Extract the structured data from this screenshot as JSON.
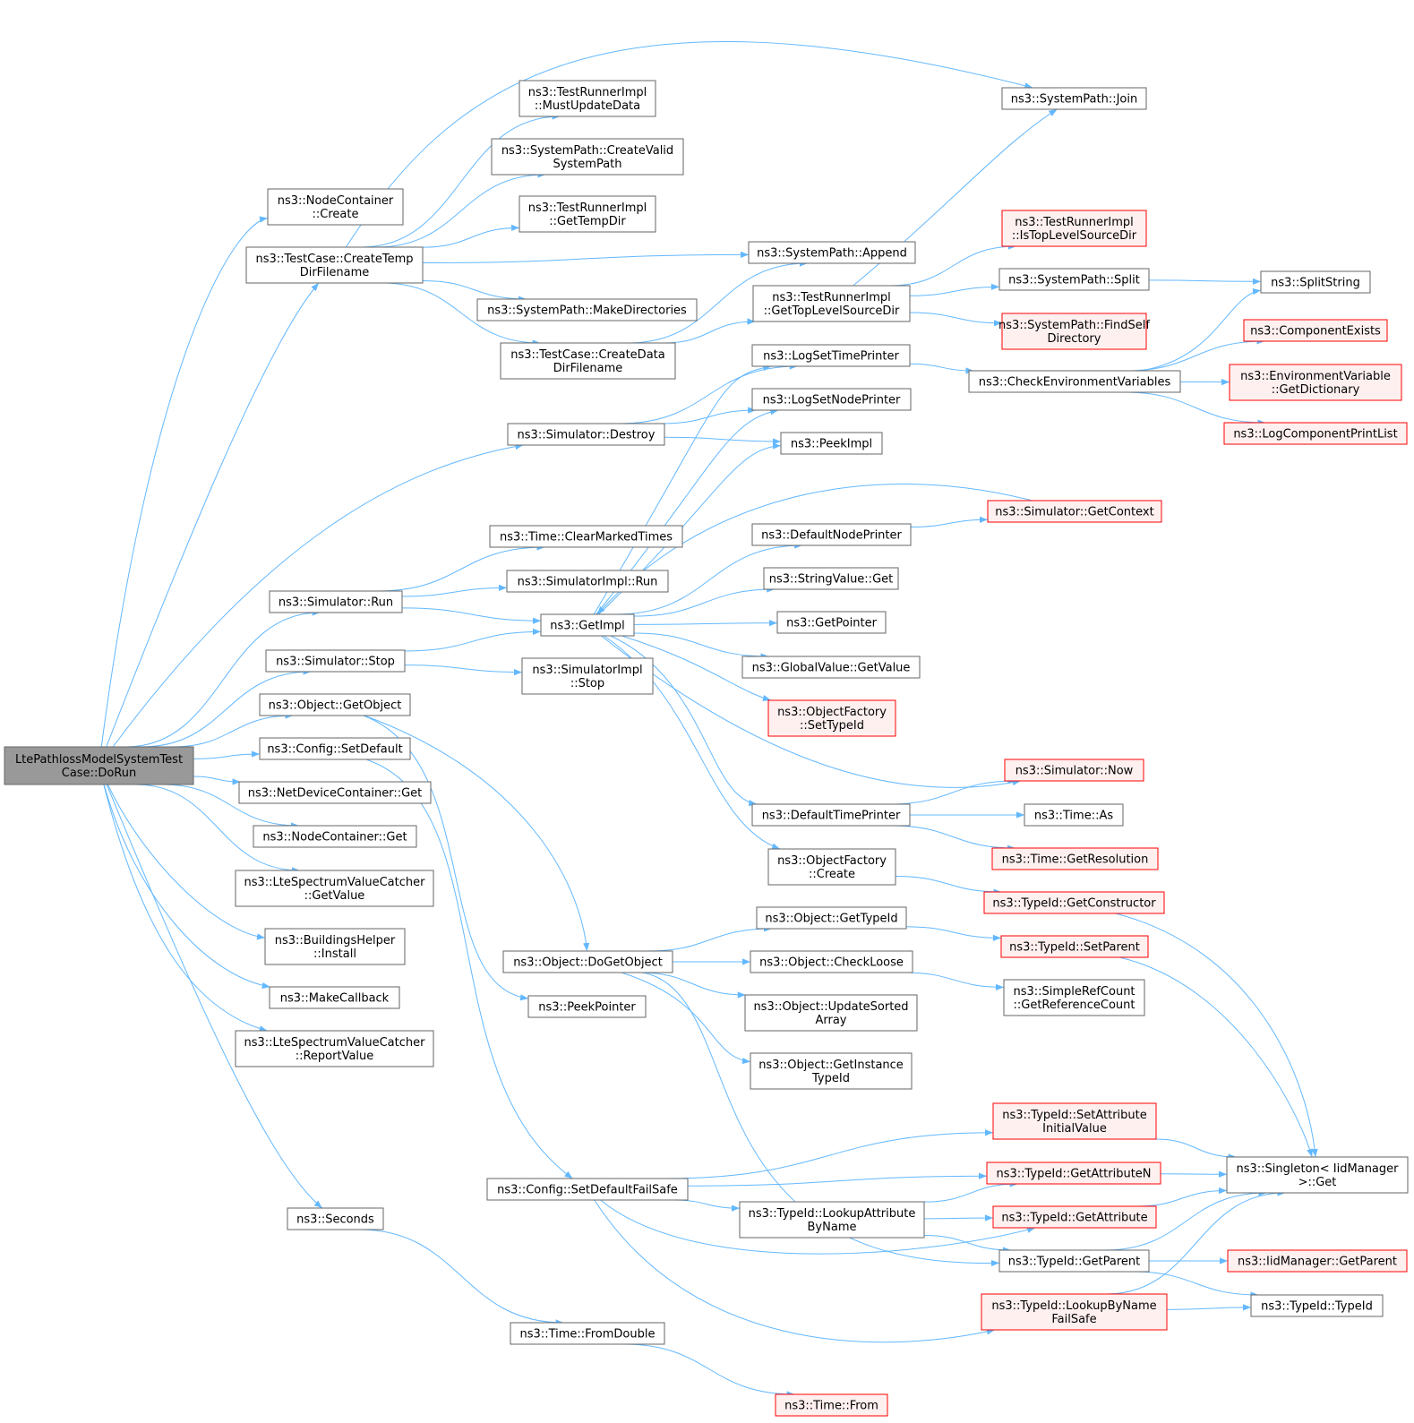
{
  "diagram": {
    "colors": {
      "edge": "#63b8ff",
      "root_fill": "#999999",
      "root_stroke": "#666666",
      "node_fill": "#ffffff",
      "node_stroke": "#666666",
      "truncated_fill": "#fff0f0",
      "truncated_stroke": "#ff0000"
    },
    "nodes": [
      {
        "id": "root",
        "lines": [
          "LtePathlossModelSystemTest",
          "Case::DoRun"
        ],
        "kind": "root"
      },
      {
        "id": "nc_create",
        "lines": [
          "ns3::NodeContainer",
          "::Create"
        ],
        "kind": "normal"
      },
      {
        "id": "tc_cr_temp",
        "lines": [
          "ns3::TestCase::CreateTemp",
          "DirFilename"
        ],
        "kind": "normal"
      },
      {
        "id": "sim_destroy",
        "lines": [
          "ns3::Simulator::Destroy"
        ],
        "kind": "normal"
      },
      {
        "id": "sim_run",
        "lines": [
          "ns3::Simulator::Run"
        ],
        "kind": "normal"
      },
      {
        "id": "sim_stop",
        "lines": [
          "ns3::Simulator::Stop"
        ],
        "kind": "normal"
      },
      {
        "id": "obj_getobj",
        "lines": [
          "ns3::Object::GetObject"
        ],
        "kind": "normal"
      },
      {
        "id": "cfg_setdef",
        "lines": [
          "ns3::Config::SetDefault"
        ],
        "kind": "normal"
      },
      {
        "id": "ndc_get",
        "lines": [
          "ns3::NetDeviceContainer::Get"
        ],
        "kind": "normal"
      },
      {
        "id": "nc_get",
        "lines": [
          "ns3::NodeContainer::Get"
        ],
        "kind": "normal"
      },
      {
        "id": "lsvc_getvalue",
        "lines": [
          "ns3::LteSpectrumValueCatcher",
          "::GetValue"
        ],
        "kind": "normal"
      },
      {
        "id": "bh_install",
        "lines": [
          "ns3::BuildingsHelper",
          "::Install"
        ],
        "kind": "normal"
      },
      {
        "id": "makecallback",
        "lines": [
          "ns3::MakeCallback"
        ],
        "kind": "normal"
      },
      {
        "id": "lsvc_report",
        "lines": [
          "ns3::LteSpectrumValueCatcher",
          "::ReportValue"
        ],
        "kind": "normal"
      },
      {
        "id": "seconds",
        "lines": [
          "ns3::Seconds"
        ],
        "kind": "normal"
      },
      {
        "id": "tri_mustupdate",
        "lines": [
          "ns3::TestRunnerImpl",
          "::MustUpdateData"
        ],
        "kind": "normal"
      },
      {
        "id": "sp_createvalid",
        "lines": [
          "ns3::SystemPath::CreateValid",
          "SystemPath"
        ],
        "kind": "normal"
      },
      {
        "id": "tri_gettempdir",
        "lines": [
          "ns3::TestRunnerImpl",
          "::GetTempDir"
        ],
        "kind": "normal"
      },
      {
        "id": "sp_makedirs",
        "lines": [
          "ns3::SystemPath::MakeDirectories"
        ],
        "kind": "normal"
      },
      {
        "id": "tc_cr_data",
        "lines": [
          "ns3::TestCase::CreateData",
          "DirFilename"
        ],
        "kind": "normal"
      },
      {
        "id": "time_clearmarked",
        "lines": [
          "ns3::Time::ClearMarkedTimes"
        ],
        "kind": "normal"
      },
      {
        "id": "simimpl_run",
        "lines": [
          "ns3::SimulatorImpl::Run"
        ],
        "kind": "normal"
      },
      {
        "id": "getimpl",
        "lines": [
          "ns3::GetImpl"
        ],
        "kind": "normal"
      },
      {
        "id": "simimpl_stop",
        "lines": [
          "ns3::SimulatorImpl",
          "::Stop"
        ],
        "kind": "normal"
      },
      {
        "id": "obj_dogetobj",
        "lines": [
          "ns3::Object::DoGetObject"
        ],
        "kind": "normal"
      },
      {
        "id": "peekpointer",
        "lines": [
          "ns3::PeekPointer"
        ],
        "kind": "normal"
      },
      {
        "id": "cfg_setdeffs",
        "lines": [
          "ns3::Config::SetDefaultFailSafe"
        ],
        "kind": "normal"
      },
      {
        "id": "time_fromdouble",
        "lines": [
          "ns3::Time::FromDouble"
        ],
        "kind": "normal"
      },
      {
        "id": "sp_append",
        "lines": [
          "ns3::SystemPath::Append"
        ],
        "kind": "normal"
      },
      {
        "id": "tri_gettoplevel",
        "lines": [
          "ns3::TestRunnerImpl",
          "::GetTopLevelSourceDir"
        ],
        "kind": "normal"
      },
      {
        "id": "logsettime",
        "lines": [
          "ns3::LogSetTimePrinter"
        ],
        "kind": "normal"
      },
      {
        "id": "logsetnode",
        "lines": [
          "ns3::LogSetNodePrinter"
        ],
        "kind": "normal"
      },
      {
        "id": "peekimpl",
        "lines": [
          "ns3::PeekImpl"
        ],
        "kind": "normal"
      },
      {
        "id": "defnodeprinter",
        "lines": [
          "ns3::DefaultNodePrinter"
        ],
        "kind": "normal"
      },
      {
        "id": "strval_get",
        "lines": [
          "ns3::StringValue::Get"
        ],
        "kind": "normal"
      },
      {
        "id": "getpointer",
        "lines": [
          "ns3::GetPointer"
        ],
        "kind": "normal"
      },
      {
        "id": "gv_getvalue",
        "lines": [
          "ns3::GlobalValue::GetValue"
        ],
        "kind": "normal"
      },
      {
        "id": "of_settypeid",
        "lines": [
          "ns3::ObjectFactory",
          "::SetTypeId"
        ],
        "kind": "truncated"
      },
      {
        "id": "deftimeprinter",
        "lines": [
          "ns3::DefaultTimePrinter"
        ],
        "kind": "normal"
      },
      {
        "id": "of_create",
        "lines": [
          "ns3::ObjectFactory",
          "::Create"
        ],
        "kind": "normal"
      },
      {
        "id": "obj_gettypeid",
        "lines": [
          "ns3::Object::GetTypeId"
        ],
        "kind": "normal"
      },
      {
        "id": "obj_checkloose",
        "lines": [
          "ns3::Object::CheckLoose"
        ],
        "kind": "normal"
      },
      {
        "id": "obj_updatesorted",
        "lines": [
          "ns3::Object::UpdateSorted",
          "Array"
        ],
        "kind": "normal"
      },
      {
        "id": "obj_getinst",
        "lines": [
          "ns3::Object::GetInstance",
          "TypeId"
        ],
        "kind": "normal"
      },
      {
        "id": "tid_lookupattr",
        "lines": [
          "ns3::TypeId::LookupAttribute",
          "ByName"
        ],
        "kind": "normal"
      },
      {
        "id": "time_from",
        "lines": [
          "ns3::Time::From"
        ],
        "kind": "truncated"
      },
      {
        "id": "sp_join",
        "lines": [
          "ns3::SystemPath::Join"
        ],
        "kind": "normal"
      },
      {
        "id": "tri_istoplevel",
        "lines": [
          "ns3::TestRunnerImpl",
          "::IsTopLevelSourceDir"
        ],
        "kind": "truncated"
      },
      {
        "id": "sp_split",
        "lines": [
          "ns3::SystemPath::Split"
        ],
        "kind": "normal"
      },
      {
        "id": "sp_findself",
        "lines": [
          "ns3::SystemPath::FindSelf",
          "Directory"
        ],
        "kind": "truncated"
      },
      {
        "id": "checkenv",
        "lines": [
          "ns3::CheckEnvironmentVariables"
        ],
        "kind": "normal"
      },
      {
        "id": "sim_getcontext",
        "lines": [
          "ns3::Simulator::GetContext"
        ],
        "kind": "truncated"
      },
      {
        "id": "sim_now",
        "lines": [
          "ns3::Simulator::Now"
        ],
        "kind": "truncated"
      },
      {
        "id": "time_as",
        "lines": [
          "ns3::Time::As"
        ],
        "kind": "normal"
      },
      {
        "id": "time_getres",
        "lines": [
          "ns3::Time::GetResolution"
        ],
        "kind": "truncated"
      },
      {
        "id": "tid_getctor",
        "lines": [
          "ns3::TypeId::GetConstructor"
        ],
        "kind": "truncated"
      },
      {
        "id": "tid_setparent",
        "lines": [
          "ns3::TypeId::SetParent"
        ],
        "kind": "truncated"
      },
      {
        "id": "srefcount",
        "lines": [
          "ns3::SimpleRefCount",
          "::GetReferenceCount"
        ],
        "kind": "normal"
      },
      {
        "id": "tid_setattrinit",
        "lines": [
          "ns3::TypeId::SetAttribute",
          "InitialValue"
        ],
        "kind": "truncated"
      },
      {
        "id": "tid_getattrn",
        "lines": [
          "ns3::TypeId::GetAttributeN"
        ],
        "kind": "truncated"
      },
      {
        "id": "tid_getattr",
        "lines": [
          "ns3::TypeId::GetAttribute"
        ],
        "kind": "truncated"
      },
      {
        "id": "tid_getparent",
        "lines": [
          "ns3::TypeId::GetParent"
        ],
        "kind": "normal"
      },
      {
        "id": "tid_lookupbyname",
        "lines": [
          "ns3::TypeId::LookupByName",
          "FailSafe"
        ],
        "kind": "truncated"
      },
      {
        "id": "splitstring",
        "lines": [
          "ns3::SplitString"
        ],
        "kind": "normal"
      },
      {
        "id": "compexists",
        "lines": [
          "ns3::ComponentExists"
        ],
        "kind": "truncated"
      },
      {
        "id": "envvar_getdict",
        "lines": [
          "ns3::EnvironmentVariable",
          "::GetDictionary"
        ],
        "kind": "truncated"
      },
      {
        "id": "logcompprint",
        "lines": [
          "ns3::LogComponentPrintList"
        ],
        "kind": "truncated"
      },
      {
        "id": "singleton_get",
        "lines": [
          "ns3::Singleton< IidManager",
          ">::Get"
        ],
        "kind": "normal"
      },
      {
        "id": "iidmgr_getparent",
        "lines": [
          "ns3::IidManager::GetParent"
        ],
        "kind": "truncated"
      },
      {
        "id": "tid_typeid",
        "lines": [
          "ns3::TypeId::TypeId"
        ],
        "kind": "normal"
      }
    ],
    "edges": [
      [
        "root",
        "nc_create"
      ],
      [
        "root",
        "tc_cr_temp"
      ],
      [
        "root",
        "sim_destroy"
      ],
      [
        "root",
        "sim_run"
      ],
      [
        "root",
        "sim_stop"
      ],
      [
        "root",
        "obj_getobj"
      ],
      [
        "root",
        "cfg_setdef"
      ],
      [
        "root",
        "ndc_get"
      ],
      [
        "root",
        "nc_get"
      ],
      [
        "root",
        "lsvc_getvalue"
      ],
      [
        "root",
        "bh_install"
      ],
      [
        "root",
        "makecallback"
      ],
      [
        "root",
        "lsvc_report"
      ],
      [
        "root",
        "seconds"
      ],
      [
        "tc_cr_temp",
        "tri_mustupdate"
      ],
      [
        "tc_cr_temp",
        "sp_createvalid"
      ],
      [
        "tc_cr_temp",
        "tri_gettempdir"
      ],
      [
        "tc_cr_temp",
        "sp_append"
      ],
      [
        "tc_cr_temp",
        "sp_makedirs"
      ],
      [
        "tc_cr_temp",
        "tc_cr_data"
      ],
      [
        "tc_cr_temp",
        "sp_join"
      ],
      [
        "tc_cr_data",
        "sp_append"
      ],
      [
        "tc_cr_data",
        "tri_gettoplevel"
      ],
      [
        "tri_gettoplevel",
        "sp_join"
      ],
      [
        "tri_gettoplevel",
        "tri_istoplevel"
      ],
      [
        "tri_gettoplevel",
        "sp_split"
      ],
      [
        "tri_gettoplevel",
        "sp_findself"
      ],
      [
        "sp_split",
        "splitstring"
      ],
      [
        "sim_destroy",
        "logsettime"
      ],
      [
        "sim_destroy",
        "logsetnode"
      ],
      [
        "sim_destroy",
        "peekimpl"
      ],
      [
        "sim_run",
        "time_clearmarked"
      ],
      [
        "sim_run",
        "simimpl_run"
      ],
      [
        "sim_run",
        "getimpl"
      ],
      [
        "sim_stop",
        "getimpl"
      ],
      [
        "sim_stop",
        "simimpl_stop"
      ],
      [
        "getimpl",
        "logsettime"
      ],
      [
        "getimpl",
        "logsetnode"
      ],
      [
        "getimpl",
        "peekimpl"
      ],
      [
        "getimpl",
        "defnodeprinter"
      ],
      [
        "getimpl",
        "strval_get"
      ],
      [
        "getimpl",
        "getpointer"
      ],
      [
        "getimpl",
        "gv_getvalue"
      ],
      [
        "getimpl",
        "of_settypeid"
      ],
      [
        "getimpl",
        "sim_now"
      ],
      [
        "getimpl",
        "deftimeprinter"
      ],
      [
        "getimpl",
        "of_create"
      ],
      [
        "logsettime",
        "checkenv"
      ],
      [
        "checkenv",
        "splitstring"
      ],
      [
        "checkenv",
        "compexists"
      ],
      [
        "checkenv",
        "envvar_getdict"
      ],
      [
        "checkenv",
        "logcompprint"
      ],
      [
        "sim_getcontext",
        "getimpl"
      ],
      [
        "defnodeprinter",
        "sim_getcontext"
      ],
      [
        "deftimeprinter",
        "sim_now"
      ],
      [
        "deftimeprinter",
        "time_as"
      ],
      [
        "deftimeprinter",
        "time_getres"
      ],
      [
        "of_create",
        "tid_getctor"
      ],
      [
        "tid_getctor",
        "singleton_get"
      ],
      [
        "obj_getobj",
        "obj_dogetobj"
      ],
      [
        "obj_getobj",
        "peekpointer"
      ],
      [
        "obj_dogetobj",
        "obj_gettypeid"
      ],
      [
        "obj_dogetobj",
        "obj_checkloose"
      ],
      [
        "obj_dogetobj",
        "obj_updatesorted"
      ],
      [
        "obj_dogetobj",
        "obj_getinst"
      ],
      [
        "obj_dogetobj",
        "tid_getparent"
      ],
      [
        "obj_gettypeid",
        "tid_setparent"
      ],
      [
        "tid_setparent",
        "singleton_get"
      ],
      [
        "obj_checkloose",
        "srefcount"
      ],
      [
        "cfg_setdef",
        "cfg_setdeffs"
      ],
      [
        "cfg_setdeffs",
        "tid_setattrinit"
      ],
      [
        "cfg_setdeffs",
        "tid_getattrn"
      ],
      [
        "cfg_setdeffs",
        "tid_lookupattr"
      ],
      [
        "cfg_setdeffs",
        "tid_getattr"
      ],
      [
        "cfg_setdeffs",
        "tid_lookupbyname"
      ],
      [
        "tid_lookupattr",
        "tid_getattrn"
      ],
      [
        "tid_lookupattr",
        "tid_getattr"
      ],
      [
        "tid_lookupattr",
        "tid_getparent"
      ],
      [
        "tid_setattrinit",
        "singleton_get"
      ],
      [
        "tid_getattrn",
        "singleton_get"
      ],
      [
        "tid_getattr",
        "singleton_get"
      ],
      [
        "tid_getparent",
        "singleton_get"
      ],
      [
        "tid_getparent",
        "iidmgr_getparent"
      ],
      [
        "tid_getparent",
        "tid_typeid"
      ],
      [
        "tid_lookupbyname",
        "singleton_get"
      ],
      [
        "tid_lookupbyname",
        "tid_typeid"
      ],
      [
        "seconds",
        "time_fromdouble"
      ],
      [
        "time_fromdouble",
        "time_from"
      ]
    ]
  }
}
